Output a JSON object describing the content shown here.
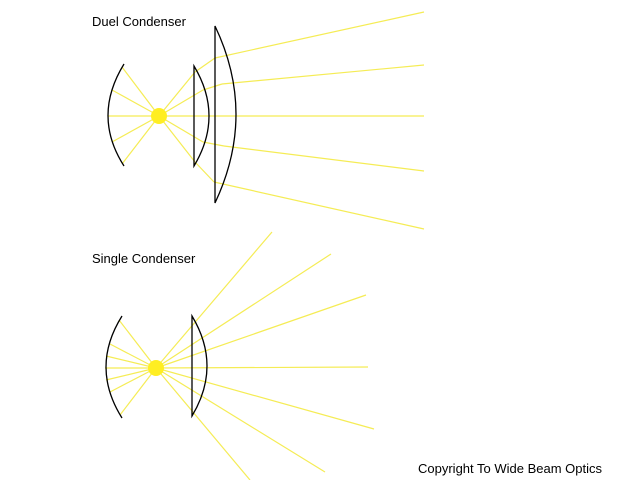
{
  "diagrams": {
    "duel": {
      "title": "Duel Condenser"
    },
    "single": {
      "title": "Single Condenser"
    }
  },
  "footer": {
    "copyright": "Copyright To Wide Beam Optics"
  },
  "colors": {
    "ray": "#f5ec55",
    "source": "#ffee22",
    "lens": "#000000",
    "background": "#ffffff"
  }
}
